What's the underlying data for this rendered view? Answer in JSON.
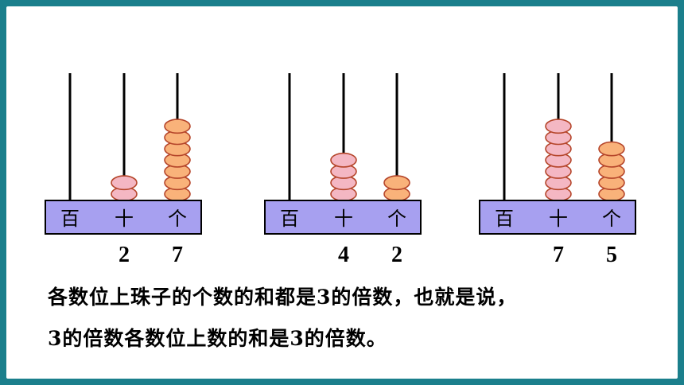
{
  "colors": {
    "background": "#1b7f8c",
    "base_fill": "#a7a0f0",
    "bead_orange": "#f9b27a",
    "bead_pink": "#f4b7c3",
    "bead_stroke": "#b5452a"
  },
  "place_labels": [
    "百",
    "十",
    "个"
  ],
  "abaci": [
    {
      "hundreds": 0,
      "tens": 2,
      "ones": 7,
      "digits": [
        "",
        "2",
        "7"
      ],
      "tens_color": "pink",
      "ones_color": "orange"
    },
    {
      "hundreds": 0,
      "tens": 4,
      "ones": 2,
      "digits": [
        "",
        "4",
        "2"
      ],
      "tens_color": "pink",
      "ones_color": "orange"
    },
    {
      "hundreds": 0,
      "tens": 7,
      "ones": 5,
      "digits": [
        "",
        "7",
        "5"
      ],
      "tens_color": "pink",
      "ones_color": "orange"
    }
  ],
  "text": {
    "line1": "各数位上珠子的个数的和都是3的倍数，也就是说，",
    "line2": "3的倍数各数位上数的和是3的倍数。"
  }
}
